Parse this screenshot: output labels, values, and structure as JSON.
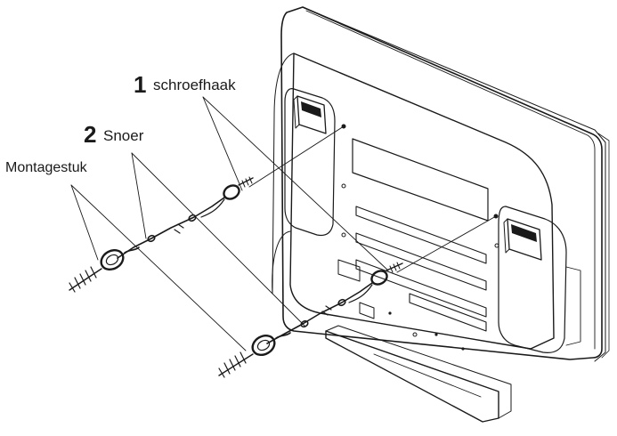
{
  "labels": {
    "hook": {
      "number": "1",
      "text": "schroefhaak"
    },
    "cord": {
      "number": "2",
      "text": "Snoer"
    },
    "mount": {
      "text": "Montagestuk"
    }
  }
}
